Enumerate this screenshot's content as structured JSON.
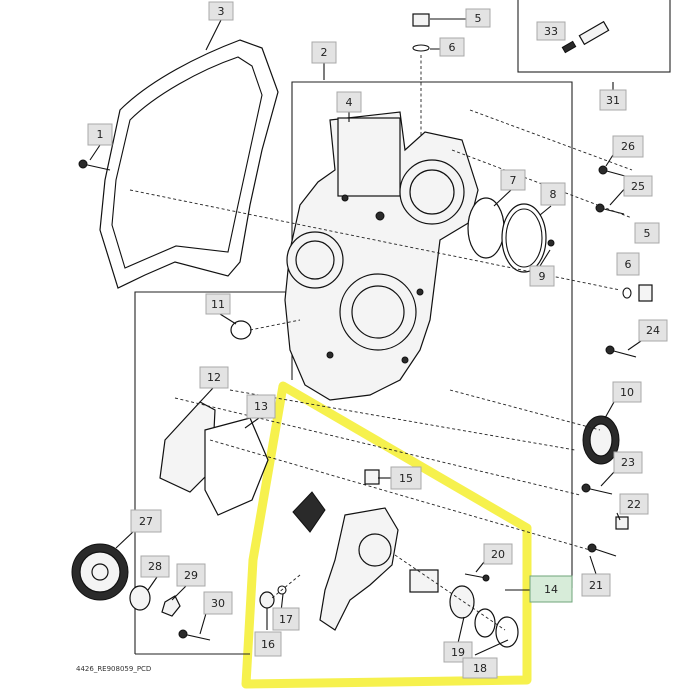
{
  "footer_code": "4426_RE908059_PCD",
  "callouts": [
    {
      "label": "3"
    },
    {
      "label": "5"
    },
    {
      "label": "6"
    },
    {
      "label": "33"
    },
    {
      "label": "31"
    },
    {
      "label": "2"
    },
    {
      "label": "4"
    },
    {
      "label": "1"
    },
    {
      "label": "26"
    },
    {
      "label": "25"
    },
    {
      "label": "7"
    },
    {
      "label": "8"
    },
    {
      "label": "9"
    },
    {
      "label": "5"
    },
    {
      "label": "6"
    },
    {
      "label": "11"
    },
    {
      "label": "24"
    },
    {
      "label": "12"
    },
    {
      "label": "13"
    },
    {
      "label": "10"
    },
    {
      "label": "15"
    },
    {
      "label": "23"
    },
    {
      "label": "22"
    },
    {
      "label": "27"
    },
    {
      "label": "20"
    },
    {
      "label": "28"
    },
    {
      "label": "29"
    },
    {
      "label": "14"
    },
    {
      "label": "21"
    },
    {
      "label": "30"
    },
    {
      "label": "17"
    },
    {
      "label": "16"
    },
    {
      "label": "19"
    },
    {
      "label": "18"
    }
  ],
  "highlight_color": "#f4ef2e",
  "callout_color": "#e3e3e3",
  "highlight_callout_color": "#d7ecd9"
}
